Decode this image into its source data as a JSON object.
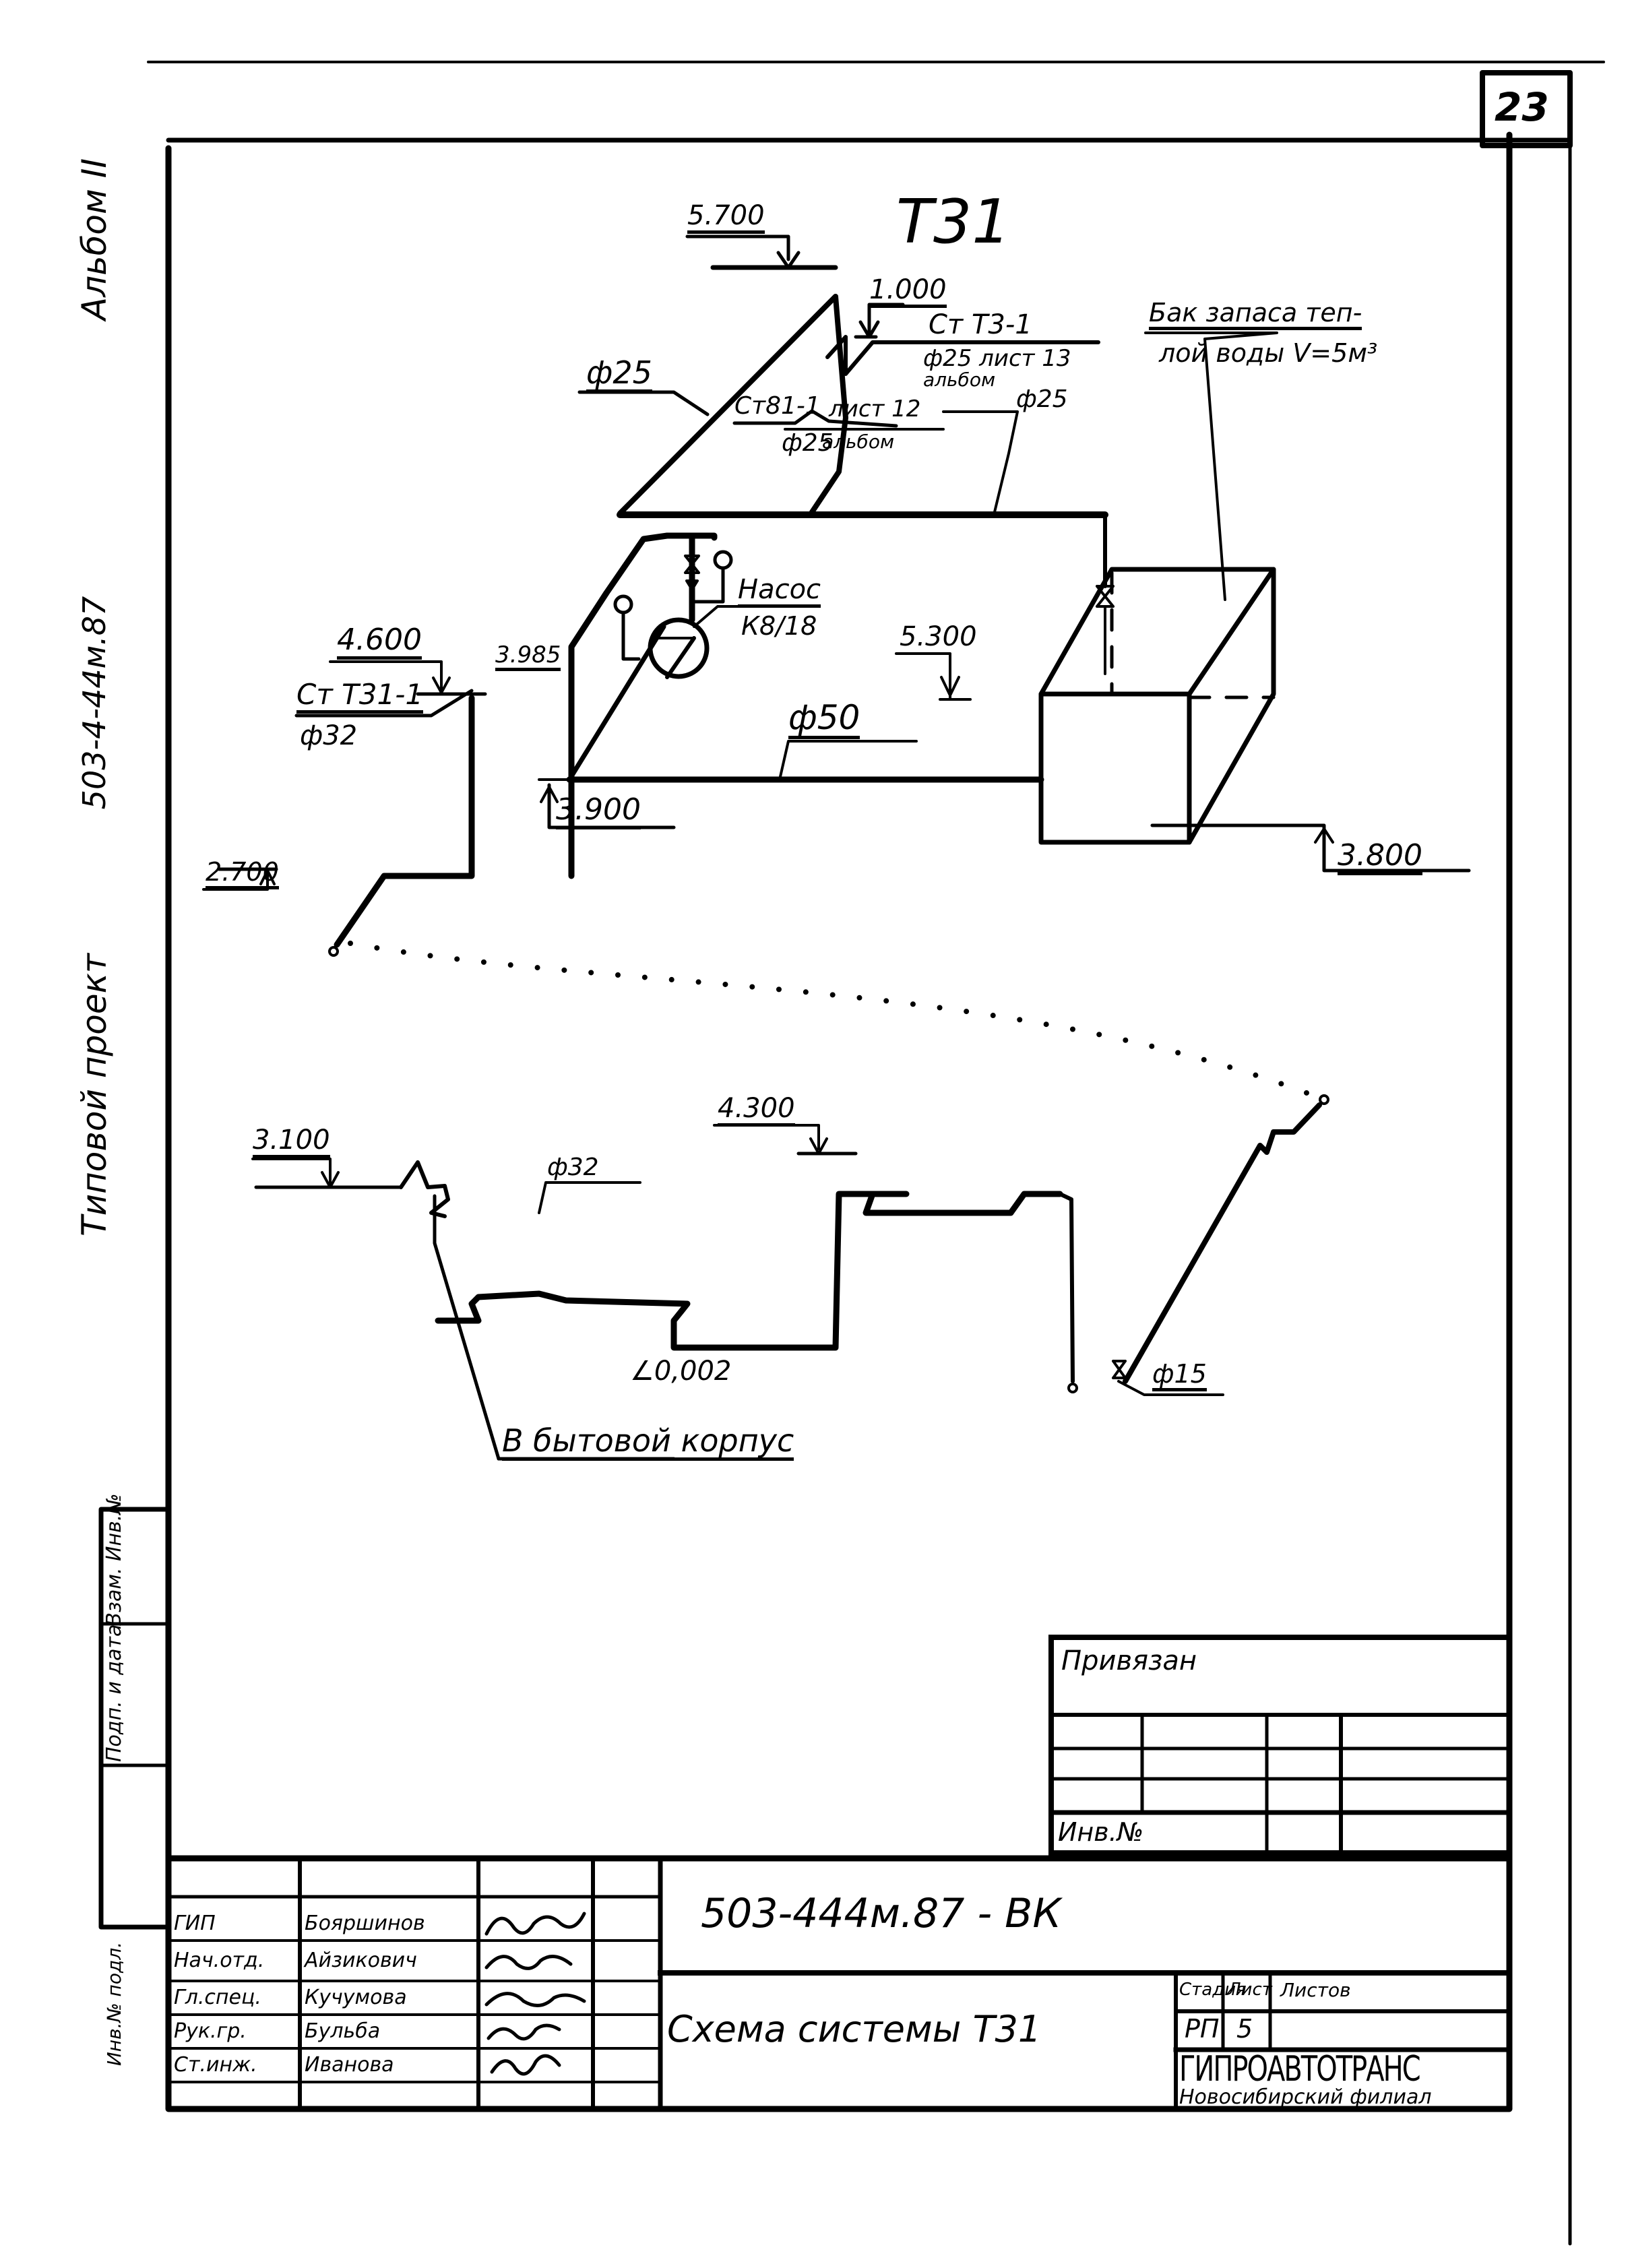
{
  "sheet": {
    "sheet_number": "23",
    "margin_vertical": {
      "album": "Альбом II",
      "project_code": "503-4-44м.87",
      "series": "Типовой проект",
      "stamp_columns": [
        "Взам. Инв.№",
        "Подп. и дата",
        "Инв.№ подл."
      ]
    }
  },
  "drawing": {
    "system_title": "Т31",
    "elevations": {
      "e5700": "5.700",
      "e1000": "1.000",
      "e4600": "4.600",
      "e3985": "3.985",
      "e5300": "5.300",
      "e3900": "3.900",
      "e3800": "3.800",
      "e2700": "2.700",
      "e3100": "3.100",
      "e4300": "4.300"
    },
    "diameters": {
      "d25_left": "ф25",
      "d25_st": "ф25",
      "d25_right": "ф25",
      "d32": "ф32",
      "d50": "ф50",
      "d32_lower": "ф32",
      "d15": "ф15"
    },
    "riser_labels": {
      "st_t3_1": "Ст Т3-1",
      "st_t3_1_ref": "ф25 лист 13",
      "st_t3_1_album": "альбом",
      "st_81_1": "Ст81-1",
      "st_81_1_ref": "лист 12",
      "st_81_1_album": "альбом",
      "st_t31_1": "Ст Т31-1"
    },
    "tank_label_line1": "Бак запаса теп-",
    "tank_label_line2": "лой воды V=5м³",
    "pump_label": "Насос",
    "pump_model": "К8/18",
    "slope": "∠0,002",
    "to_building": "В бытовой корпус"
  },
  "binding_block": {
    "title": "Привязан",
    "inv_no": "Инв.№"
  },
  "title_block": {
    "document_code": "503-444м.87  - ВК",
    "drawing_name": "Схема системы Т31",
    "stage_header": "Стадия",
    "sheet_header": "Лист",
    "sheets_header": "Листов",
    "stage_value": "РП",
    "sheet_value": "5",
    "sheets_value": "",
    "organization": "ГИПРОАВТОТРАНС",
    "branch": "Новосибирский филиал",
    "signatures": [
      {
        "role": "ГИП",
        "name": "Бояршинов"
      },
      {
        "role": "Нач.отд.",
        "name": "Айзикович"
      },
      {
        "role": "Гл.спец.",
        "name": "Кучумова"
      },
      {
        "role": "Рук.гр.",
        "name": "Бульба"
      },
      {
        "role": "Ст.инж.",
        "name": "Иванова"
      }
    ]
  }
}
